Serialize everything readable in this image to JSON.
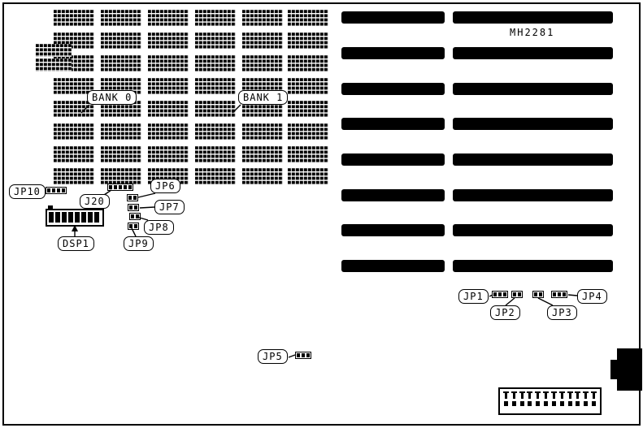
{
  "board": {
    "model": "MH2281"
  },
  "banks": {
    "bank0": "BANK 0",
    "bank1": "BANK 1"
  },
  "callouts": {
    "jp10": "JP10",
    "j20": "J20",
    "jp6": "JP6",
    "jp7": "JP7",
    "jp8": "JP8",
    "jp9": "JP9",
    "dsp1": "DSP1",
    "jp1": "JP1",
    "jp2": "JP2",
    "jp3": "JP3",
    "jp4": "JP4",
    "jp5": "JP5"
  }
}
